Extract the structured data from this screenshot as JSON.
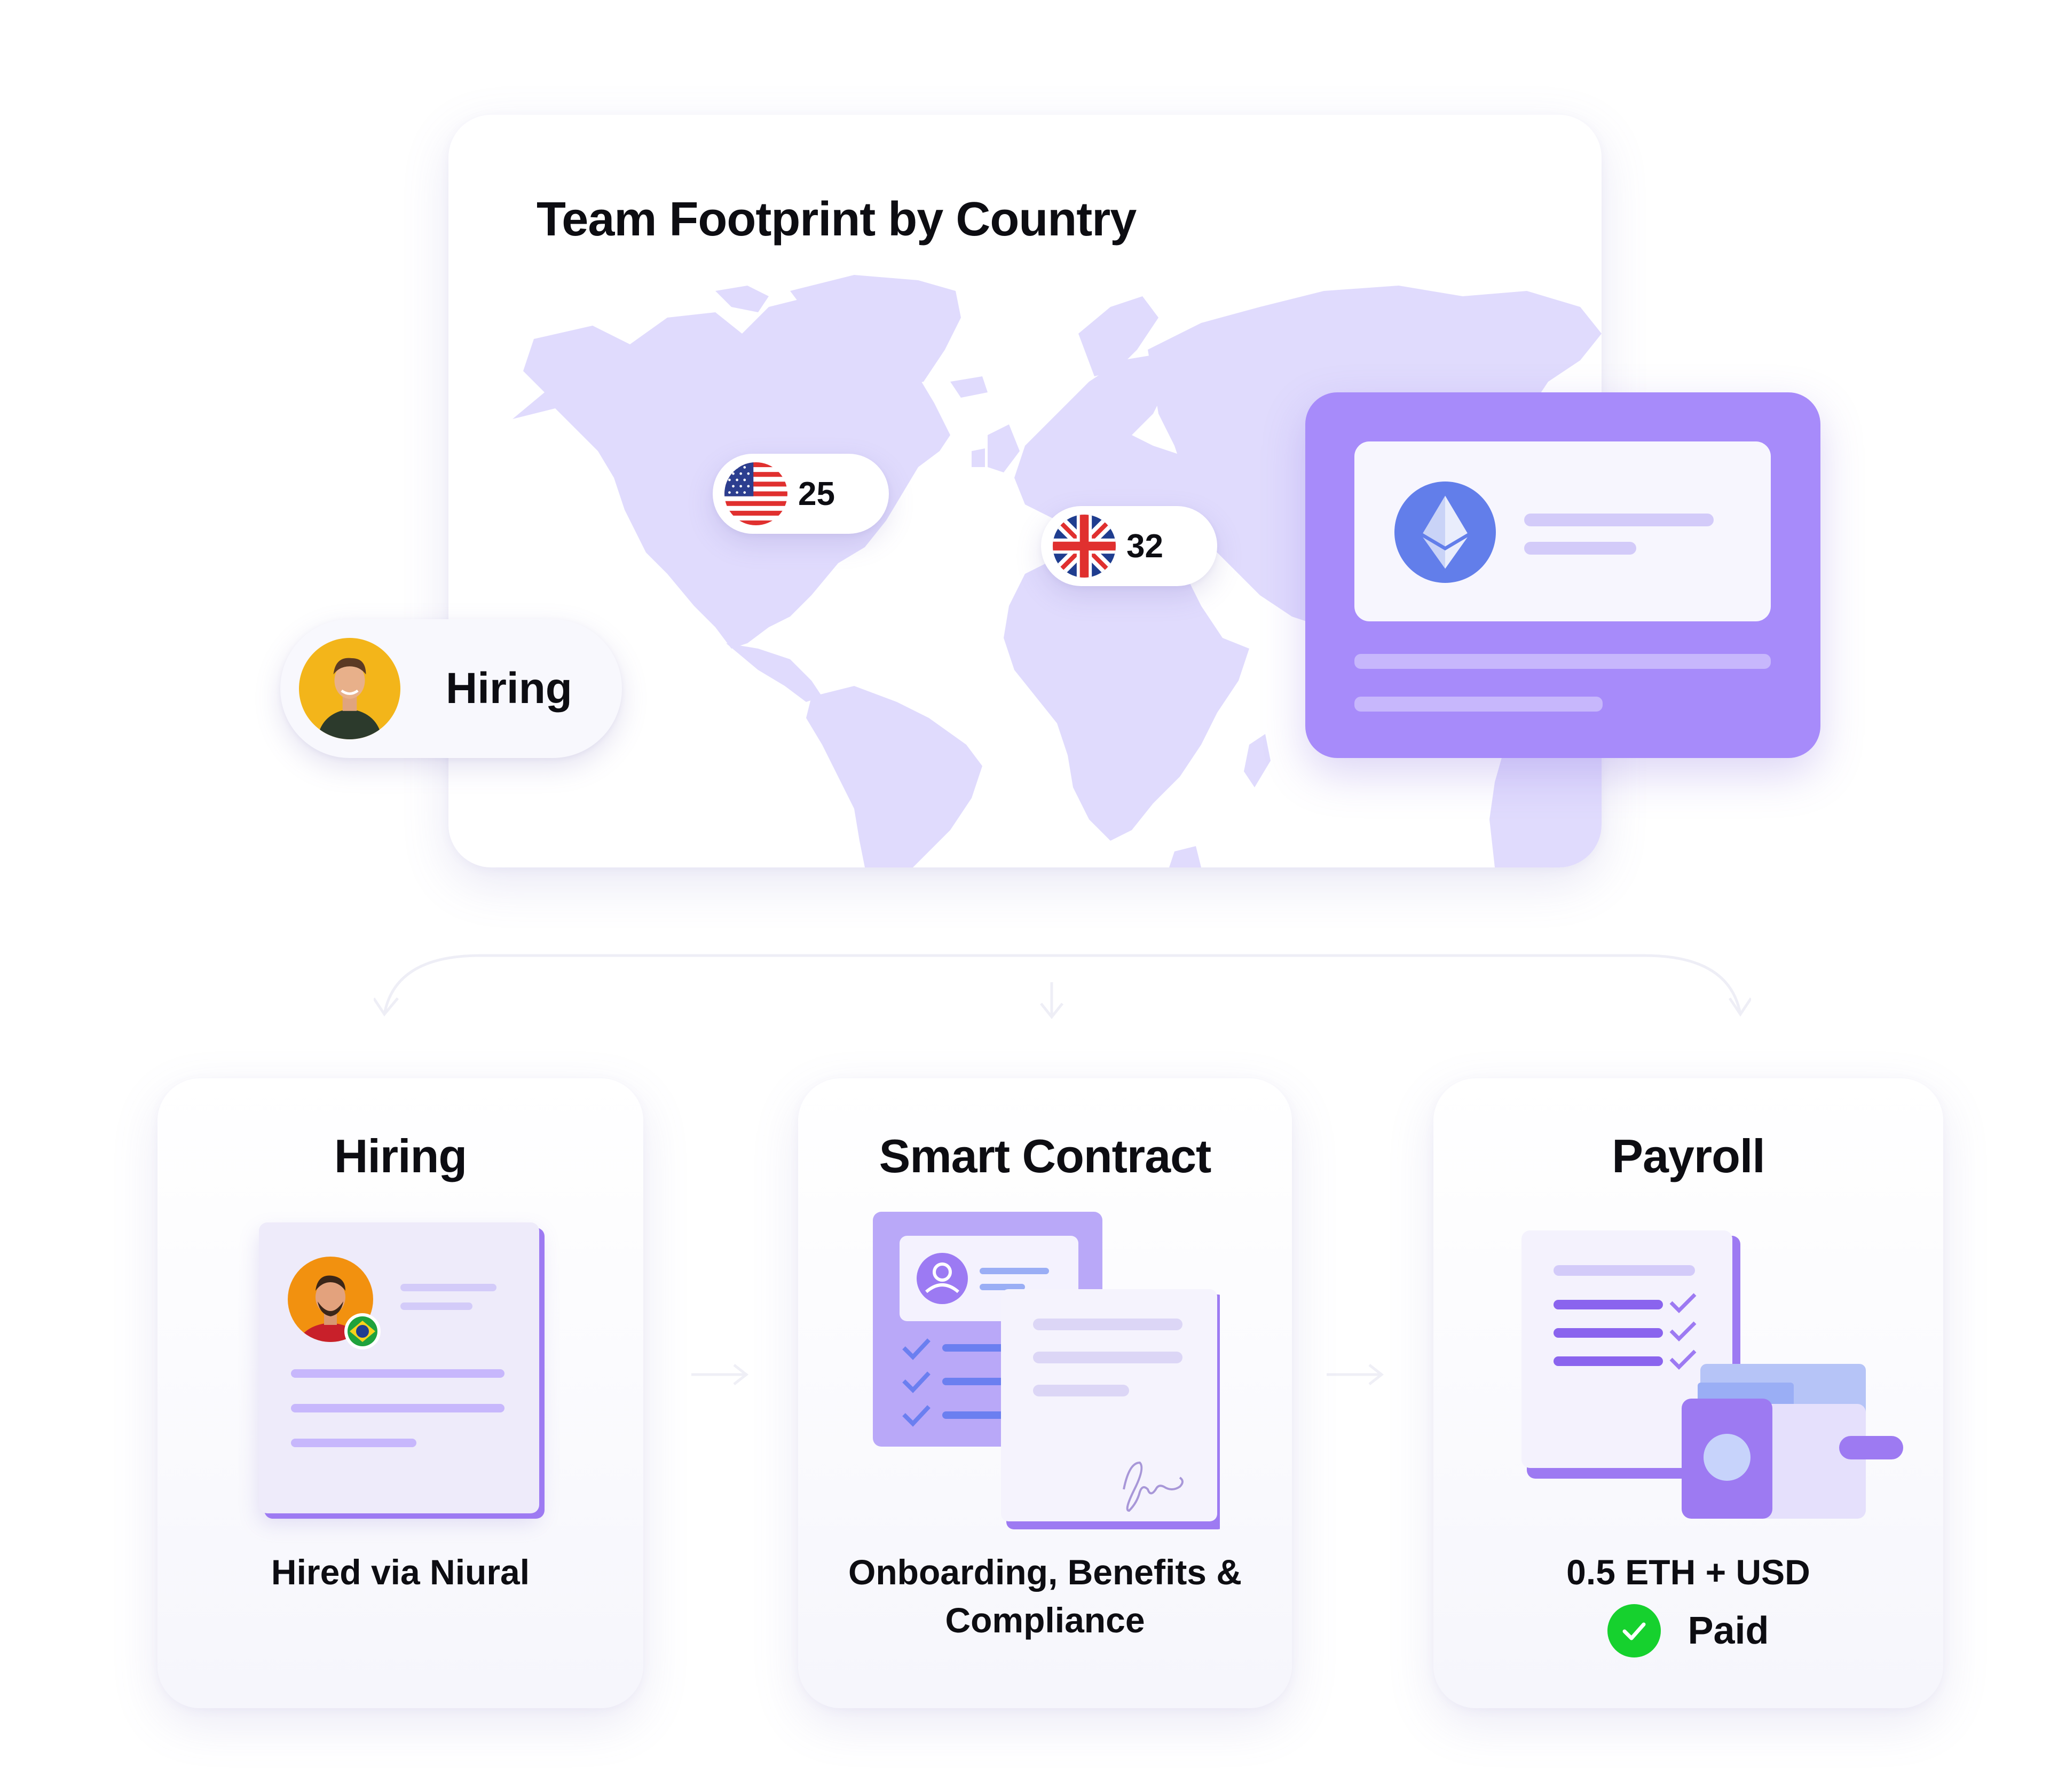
{
  "map_card": {
    "title": "Team Footprint by Country",
    "countries": [
      {
        "flag": "us-flag-icon",
        "count": "25"
      },
      {
        "flag": "uk-flag-icon",
        "count": "32"
      }
    ]
  },
  "hiring_pill": {
    "label": "Hiring",
    "avatar": "person-avatar"
  },
  "eth_card": {
    "icon": "ethereum-icon",
    "accent": "#a78bfa"
  },
  "steps": [
    {
      "title": "Hiring",
      "caption": "Hired via Niural",
      "icon": "resume-document-icon"
    },
    {
      "title": "Smart Contract",
      "caption_line1": "Onboarding, Benefits &",
      "caption_line2": "Compliance",
      "icon": "contract-document-icon"
    },
    {
      "title": "Payroll",
      "amount": "0.5 ETH + USD",
      "status": "Paid",
      "icon": "payroll-wallet-icon",
      "status_color": "#16d12e"
    }
  ],
  "colors": {
    "primary": "#a78bfa",
    "map_fill": "#e0dbfd",
    "bar": "#d3cbf9",
    "check": "#16d12e"
  }
}
